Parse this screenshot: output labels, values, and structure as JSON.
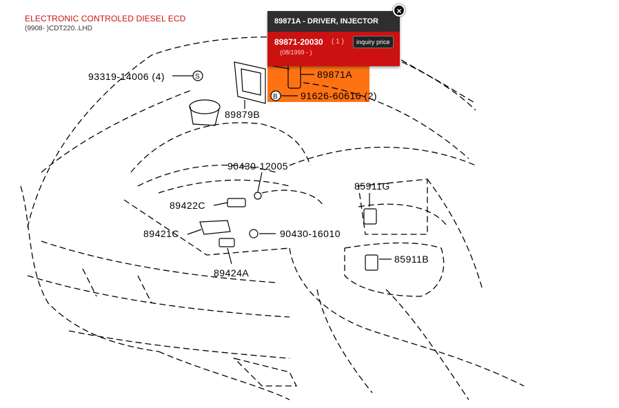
{
  "header": {
    "title": "ELECTRONIC CONTROLED DIESEL ECD",
    "subtitle": "(9908- )CDT220..LHD"
  },
  "popup": {
    "title": "89871A - DRIVER, INJECTOR",
    "part_number": "89871-20030",
    "quantity": "( 1 )",
    "date_range": "(08/1999 - )",
    "inquiry_button": "inquiry price",
    "close_icon": "close-icon",
    "colors": {
      "header": "#2f2f2f",
      "body": "#cc1111",
      "highlight": "#ff6600"
    }
  },
  "labels": {
    "l93319": "93319-14006 (4)",
    "l89879B": "89879B",
    "l89871A": "89871A",
    "l91626": "91626-60616 (2)",
    "l90430a": "90430-12005",
    "l85911G": "85911G",
    "l89422C": "89422C",
    "l89421C": "89421C",
    "l90430b": "90430-16010",
    "l85911B": "85911B",
    "l89424A": "89424A",
    "sym_s": "S",
    "sym_b": "B"
  }
}
